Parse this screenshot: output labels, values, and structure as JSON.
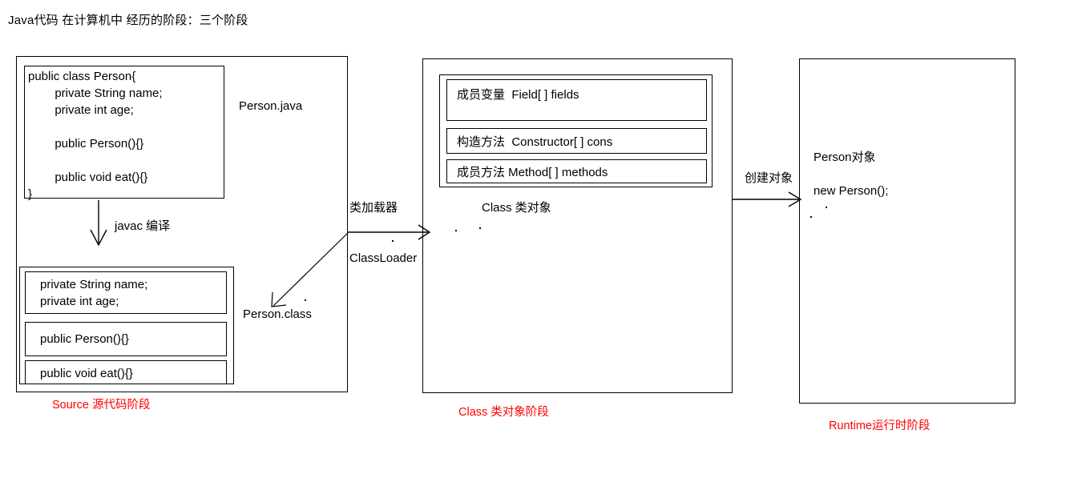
{
  "title": "Java代码 在计算机中 经历的阶段：三个阶段",
  "source_stage": {
    "file_label": "Person.java",
    "source_code": "public class Person{\n        private String name;\n        private int age;\n\n        public Person(){}\n\n        public void eat(){}\n}",
    "compile_arrow_label": "javac 编译",
    "class_file_label": "Person.class",
    "compiled_sections": [
      "private String name;\nprivate int age;",
      "public Person(){}",
      "public void eat(){}"
    ],
    "stage_label": "Source 源代码阶段"
  },
  "classloader": {
    "label_cn": "类加载器",
    "label_en": "ClassLoader"
  },
  "class_stage": {
    "rows": [
      "成员变量  Field[ ] fields",
      "构造方法  Constructor[ ] cons",
      "成员方法 Method[ ] methods"
    ],
    "caption": "Class 类对象",
    "stage_label": "Class 类对象阶段"
  },
  "create_object": {
    "label": "创建对象"
  },
  "runtime_stage": {
    "object_label": "Person对象",
    "new_expression": "new Person();",
    "stage_label": "Runtime运行时阶段"
  },
  "colors": {
    "stroke": "#000000",
    "stage_text": "#ff0000",
    "background": "#ffffff"
  }
}
